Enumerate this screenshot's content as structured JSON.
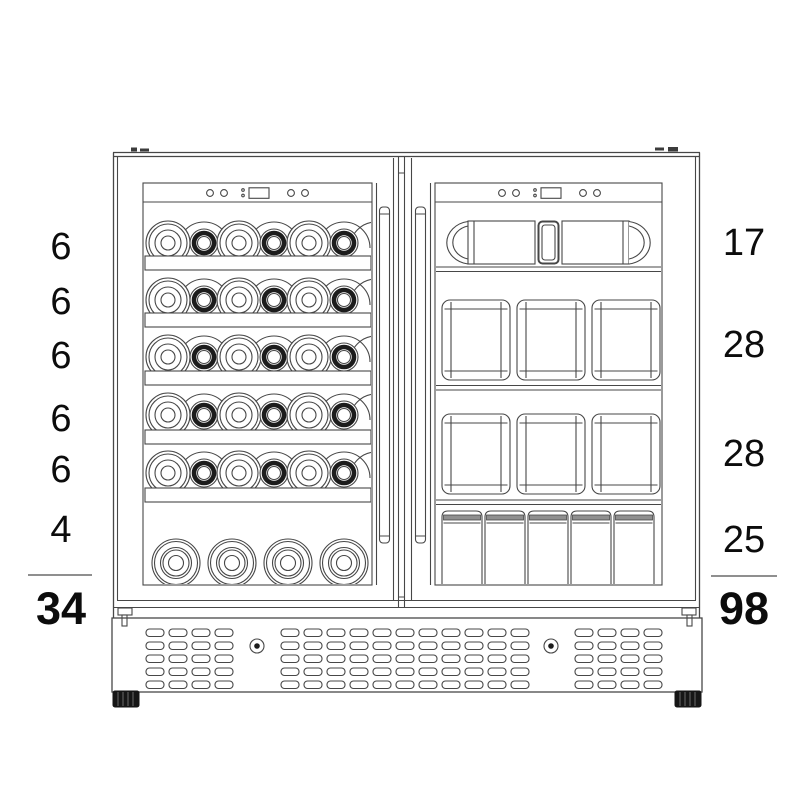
{
  "diagram_title": "dual-zone-beverage-cooler-capacity-diagram",
  "colors": {
    "line": "#474747",
    "text": "#0c0c0c",
    "divider": "#8f8f8f"
  },
  "capacity": {
    "left_zone": {
      "counts": [
        "6",
        "6",
        "6",
        "6",
        "6",
        "4"
      ],
      "total": "34"
    },
    "right_zone": {
      "counts": [
        "17",
        "28",
        "28",
        "25"
      ],
      "total": "98"
    }
  },
  "icons": {
    "left_controls": "control-panel-buttons-and-display",
    "right_controls": "control-panel-buttons-and-display",
    "handles": "vertical-door-handles",
    "vents": "kick-plate-vent-slots",
    "screws": "kick-plate-screws",
    "feet": "leveling-feet"
  }
}
